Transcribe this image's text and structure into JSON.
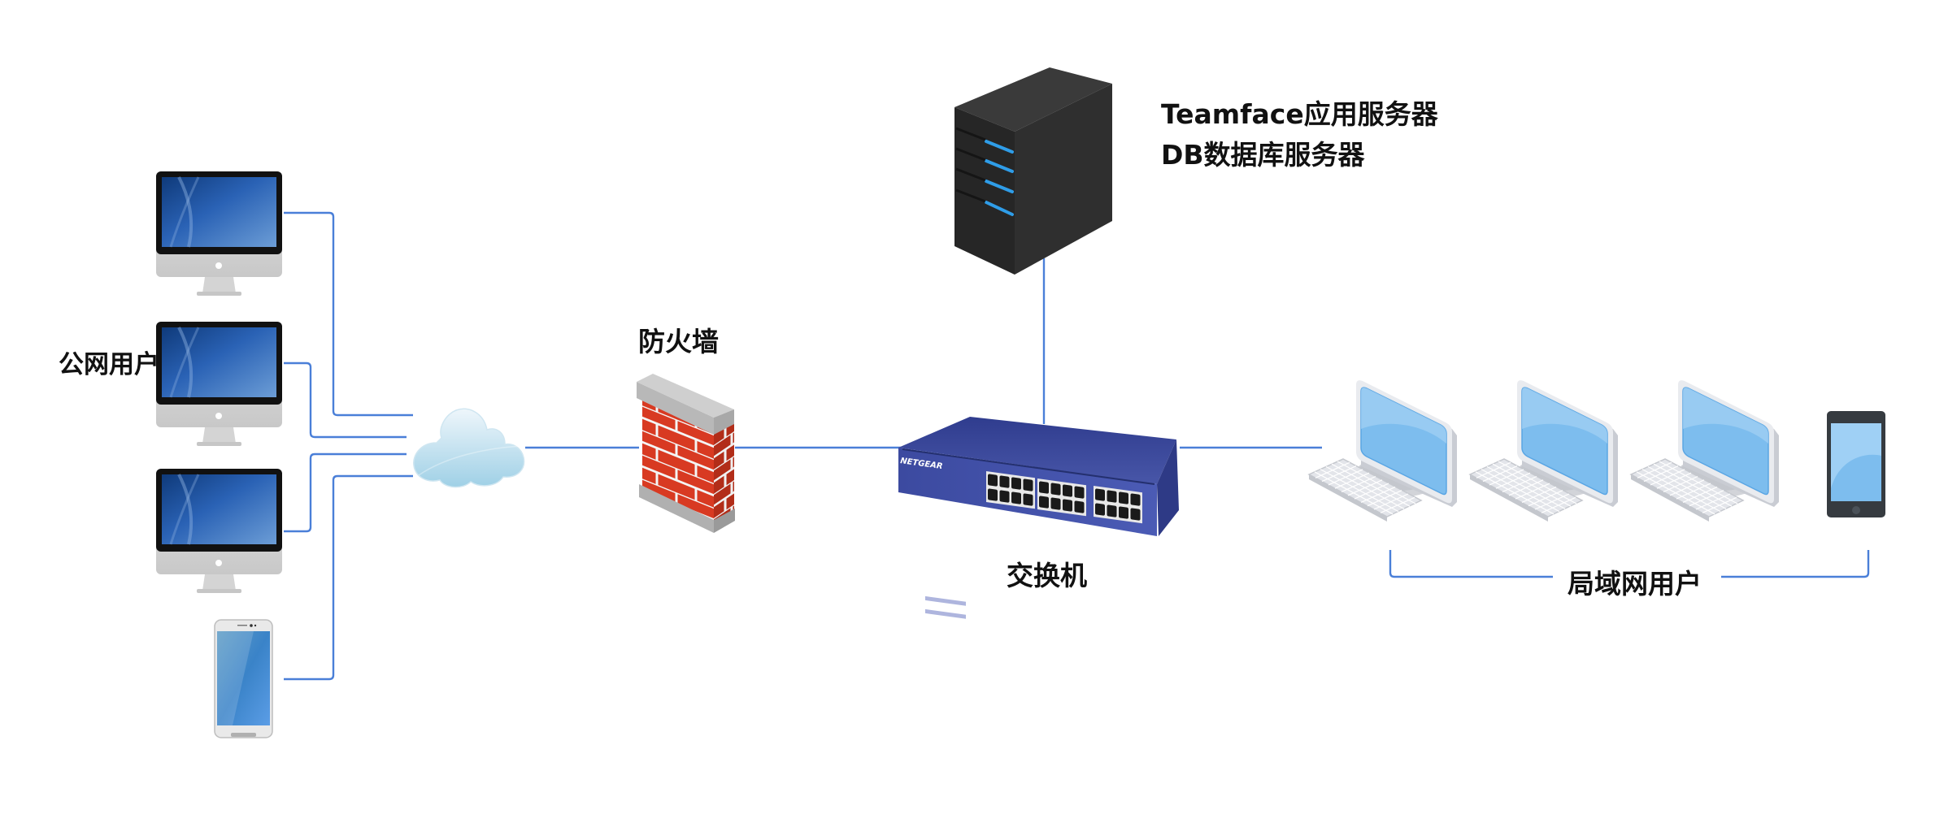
{
  "title": "Teamface network deployment topology",
  "colors": {
    "link": "#4a7fd8",
    "text": "#111111",
    "switch_body": "#3b4a9c",
    "firewall_brick": "#d83a22",
    "server_body": "#2b2b2b",
    "server_led": "#2f9de8",
    "lan_screen": "#7dbdee"
  },
  "labels": {
    "public_users": "公网用户",
    "firewall": "防火墙",
    "switch": "交换机",
    "server_line1": "Teamface应用服务器",
    "server_line2": "DB数据库服务器",
    "lan_users": "局域网用户",
    "switch_brand": "NETGEAR"
  },
  "nodes": {
    "public_group": [
      {
        "type": "desktop-monitor",
        "name": "public-desktop-1"
      },
      {
        "type": "desktop-monitor",
        "name": "public-desktop-2"
      },
      {
        "type": "desktop-monitor",
        "name": "public-desktop-3"
      },
      {
        "type": "smartphone",
        "name": "public-phone"
      }
    ],
    "internet": {
      "type": "cloud",
      "name": "internet-cloud"
    },
    "firewall": {
      "type": "brick-wall",
      "name": "firewall"
    },
    "switch": {
      "type": "network-switch",
      "ports": 24,
      "name": "switch"
    },
    "server": {
      "type": "tower-server",
      "name": "server"
    },
    "lan_group": [
      {
        "type": "workstation",
        "name": "lan-computer-1"
      },
      {
        "type": "workstation",
        "name": "lan-computer-2"
      },
      {
        "type": "workstation",
        "name": "lan-computer-3"
      },
      {
        "type": "smartphone",
        "name": "lan-phone"
      }
    ]
  },
  "connections": [
    {
      "from": "public-desktop-1",
      "to": "internet-cloud"
    },
    {
      "from": "public-desktop-2",
      "to": "internet-cloud"
    },
    {
      "from": "public-desktop-3",
      "to": "internet-cloud"
    },
    {
      "from": "public-phone",
      "to": "internet-cloud"
    },
    {
      "from": "internet-cloud",
      "to": "firewall"
    },
    {
      "from": "firewall",
      "to": "switch"
    },
    {
      "from": "switch",
      "to": "server"
    },
    {
      "from": "switch",
      "to": "lan-users"
    }
  ]
}
